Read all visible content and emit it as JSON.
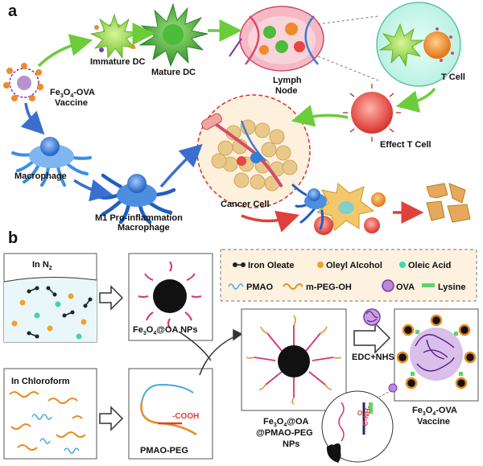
{
  "panel_a": {
    "letter": "a",
    "labels": {
      "immature_dc": "Immature DC",
      "mature_dc": "Mature DC",
      "lymph_node_line1": "Lymph",
      "lymph_node_line2": "Node",
      "t_cell": "T Cell",
      "effect_t_cell": "Effect T Cell",
      "vaccine_line1_base": "Fe",
      "vaccine_line1_sub1": "3",
      "vaccine_line1_mid": "O",
      "vaccine_line1_sub2": "4",
      "vaccine_line1_rest": "-OVA",
      "vaccine_line2": "Vaccine",
      "macrophage": "Macrophage",
      "m1_line1": "M1 Pro-inflammation",
      "m1_line2": "Macrophage",
      "cancer_cell": "Cancer Cell"
    }
  },
  "panel_b": {
    "letter": "b",
    "in_n2_base": "In N",
    "in_n2_sub": "2",
    "in_chloroform": "In Chloroform",
    "np_label_base": "Fe",
    "np_label_sub1": "3",
    "np_label_mid": "O",
    "np_label_sub2": "4",
    "np_label_rest": "@OA NPs",
    "pmao_peg": "PMAO-PEG",
    "cooh": "-COOH",
    "edc_nhs": "EDC+NHS",
    "mid_label_line1_base": "Fe",
    "mid_label_line1_sub1": "3",
    "mid_label_line1_mid": "O",
    "mid_label_line1_sub2": "4",
    "mid_label_line1_rest": "@OA",
    "mid_label_line2": "@PMAO-PEG",
    "mid_label_line3": "NPs",
    "vaccine_line1_base": "Fe",
    "vaccine_line1_sub1": "3",
    "vaccine_line1_mid": "O",
    "vaccine_line1_sub2": "4",
    "vaccine_line1_rest": "-OVA",
    "vaccine_line2": "Vaccine",
    "amide_o": "O",
    "amide_text": "C-NH-",
    "legend": {
      "iron_oleate": "Iron Oleate",
      "oleyl_alcohol": "Oleyl Alcohol",
      "oleic_acid": "Oleic Acid",
      "pmao": "PMAO",
      "m_peg_oh": "m-PEG-OH",
      "ova": "OVA",
      "lysine": "Lysine"
    }
  },
  "colors": {
    "dc_green": "#8fd13a",
    "mature_green": "#3fae3a",
    "macrophage_blue": "#2e7fd6",
    "t_cell_orange": "#f08a2c",
    "effect_t_red": "#e8463f",
    "cancer_tan": "#e6b96b",
    "arrow_green": "#6ccc3c",
    "arrow_blue": "#3a6fd0",
    "arrow_red": "#e0403a",
    "np_core": "#111111",
    "peg_orange": "#e88a1f",
    "pmao_blue": "#4aa8e0",
    "ova_purple": "#7a3aa8",
    "lysine_green": "#5fd36a",
    "oleyl_orange": "#f0a12a",
    "oleic_teal": "#3fd6a8",
    "legend_bg": "#fdf2df"
  }
}
